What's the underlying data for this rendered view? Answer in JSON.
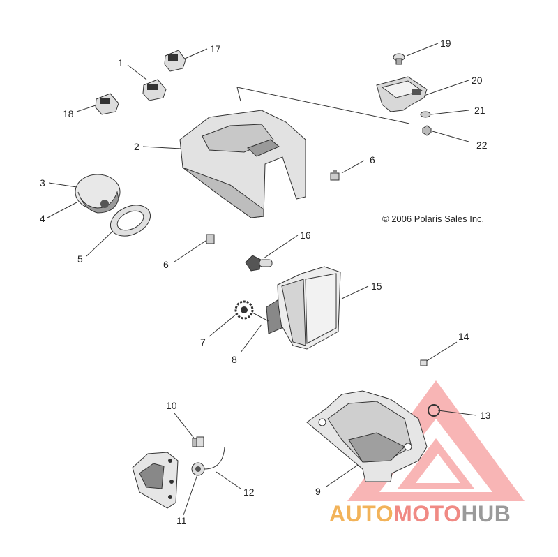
{
  "copyright": "© 2006 Polaris Sales Inc.",
  "callouts": [
    {
      "id": "c1",
      "label": "1"
    },
    {
      "id": "c17",
      "label": "17"
    },
    {
      "id": "c18",
      "label": "18"
    },
    {
      "id": "c2",
      "label": "2"
    },
    {
      "id": "c3",
      "label": "3"
    },
    {
      "id": "c4",
      "label": "4"
    },
    {
      "id": "c5",
      "label": "5"
    },
    {
      "id": "c6a",
      "label": "6"
    },
    {
      "id": "c6b",
      "label": "6"
    },
    {
      "id": "c16",
      "label": "16"
    },
    {
      "id": "c15",
      "label": "15"
    },
    {
      "id": "c7",
      "label": "7"
    },
    {
      "id": "c8",
      "label": "8"
    },
    {
      "id": "c19",
      "label": "19"
    },
    {
      "id": "c20",
      "label": "20"
    },
    {
      "id": "c21",
      "label": "21"
    },
    {
      "id": "c22",
      "label": "22"
    },
    {
      "id": "c14",
      "label": "14"
    },
    {
      "id": "c13",
      "label": "13"
    },
    {
      "id": "c10",
      "label": "10"
    },
    {
      "id": "c12",
      "label": "12"
    },
    {
      "id": "c11",
      "label": "11"
    },
    {
      "id": "c9",
      "label": "9"
    }
  ],
  "watermark": {
    "part1": "AUTO",
    "part2": "MOTO",
    "part3": "HUB"
  },
  "colors": {
    "line": "#333333",
    "part": "#cfcfcf",
    "shade": "#8a8a8a",
    "logo": "#f05a5a"
  }
}
